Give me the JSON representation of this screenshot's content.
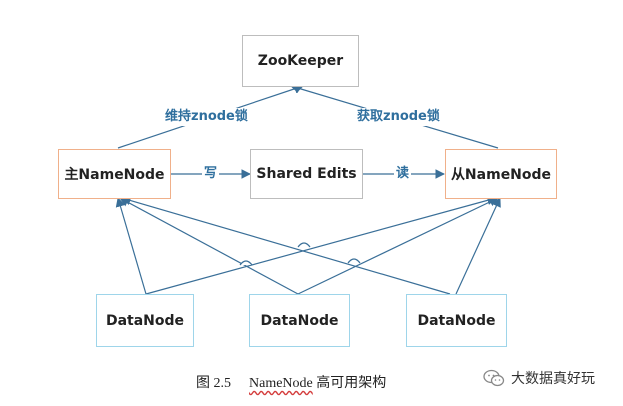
{
  "nodes": {
    "zookeeper": "ZooKeeper",
    "active_namenode": "主NameNode",
    "shared_edits": "Shared Edits",
    "standby_namenode": "从NameNode",
    "datanodes": [
      "DataNode",
      "DataNode",
      "DataNode"
    ]
  },
  "edge_labels": {
    "maintain_lock": "维持znode锁",
    "acquire_lock": "获取znode锁",
    "write": "写",
    "read": "读"
  },
  "caption": {
    "figure_number": "图 2.5",
    "title_part1": "NameNode",
    "title_part2": " 高可用架构"
  },
  "watermark": {
    "text": "大数据真好玩",
    "icon": "wechat-icon"
  },
  "colors": {
    "arrow": "#3a6f98",
    "label": "#2f6f9e",
    "zookeeper_border": "#bdbdbd",
    "namenode_border": "#f0b08a",
    "datanode_border": "#9ed5ea"
  }
}
